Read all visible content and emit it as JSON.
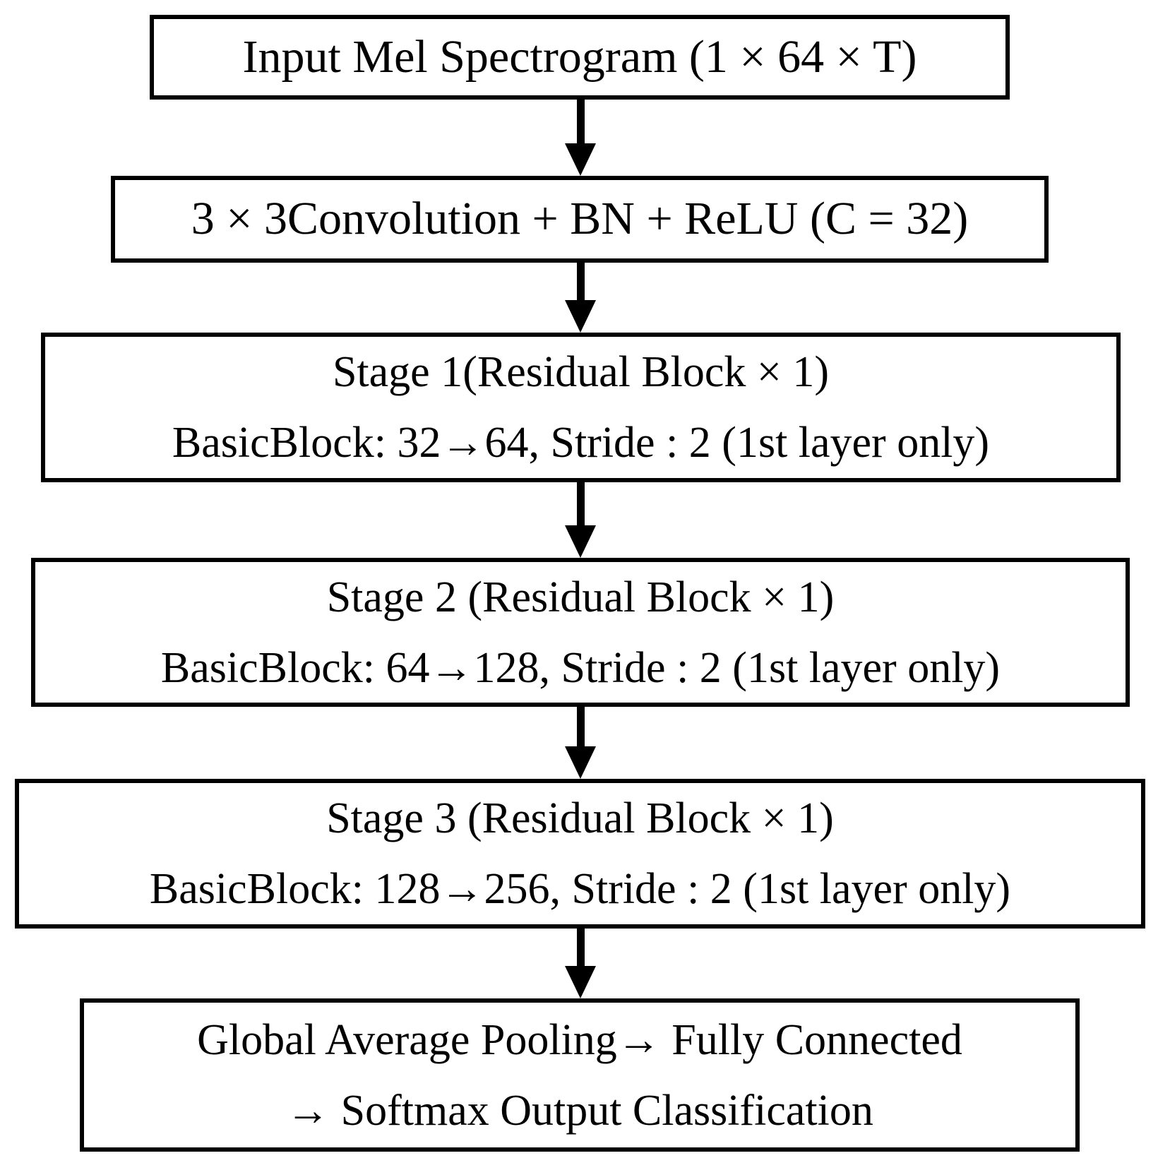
{
  "page": {
    "background_color": "#ffffff",
    "line_color": "#000000",
    "text_color": "#000000"
  },
  "diagram": {
    "type": "flowchart",
    "direction": "top-down",
    "nodes": [
      {
        "id": "input",
        "lines": [
          "Input Mel Spectrogram (1 × 64 × T)"
        ]
      },
      {
        "id": "conv-bn-relu",
        "lines": [
          "3 × 3Convolution + BN + ReLU (C = 32)"
        ]
      },
      {
        "id": "stage-1",
        "lines": [
          "Stage 1(Residual Block × 1)",
          "BasicBlock: 32→64, Stride : 2 (1st layer only)"
        ]
      },
      {
        "id": "stage-2",
        "lines": [
          "Stage 2 (Residual Block × 1)",
          "BasicBlock: 64→128, Stride : 2 (1st layer only)"
        ]
      },
      {
        "id": "stage-3",
        "lines": [
          "Stage 3 (Residual Block × 1)",
          "BasicBlock: 128→256, Stride : 2 (1st layer only)"
        ]
      },
      {
        "id": "output",
        "lines": [
          "Global Average Pooling→ Fully Connected",
          "→ Softmax Output Classification"
        ]
      }
    ],
    "edges": [
      {
        "from": "input",
        "to": "conv-bn-relu"
      },
      {
        "from": "conv-bn-relu",
        "to": "stage-1"
      },
      {
        "from": "stage-1",
        "to": "stage-2"
      },
      {
        "from": "stage-2",
        "to": "stage-3"
      },
      {
        "from": "stage-3",
        "to": "output"
      }
    ]
  }
}
